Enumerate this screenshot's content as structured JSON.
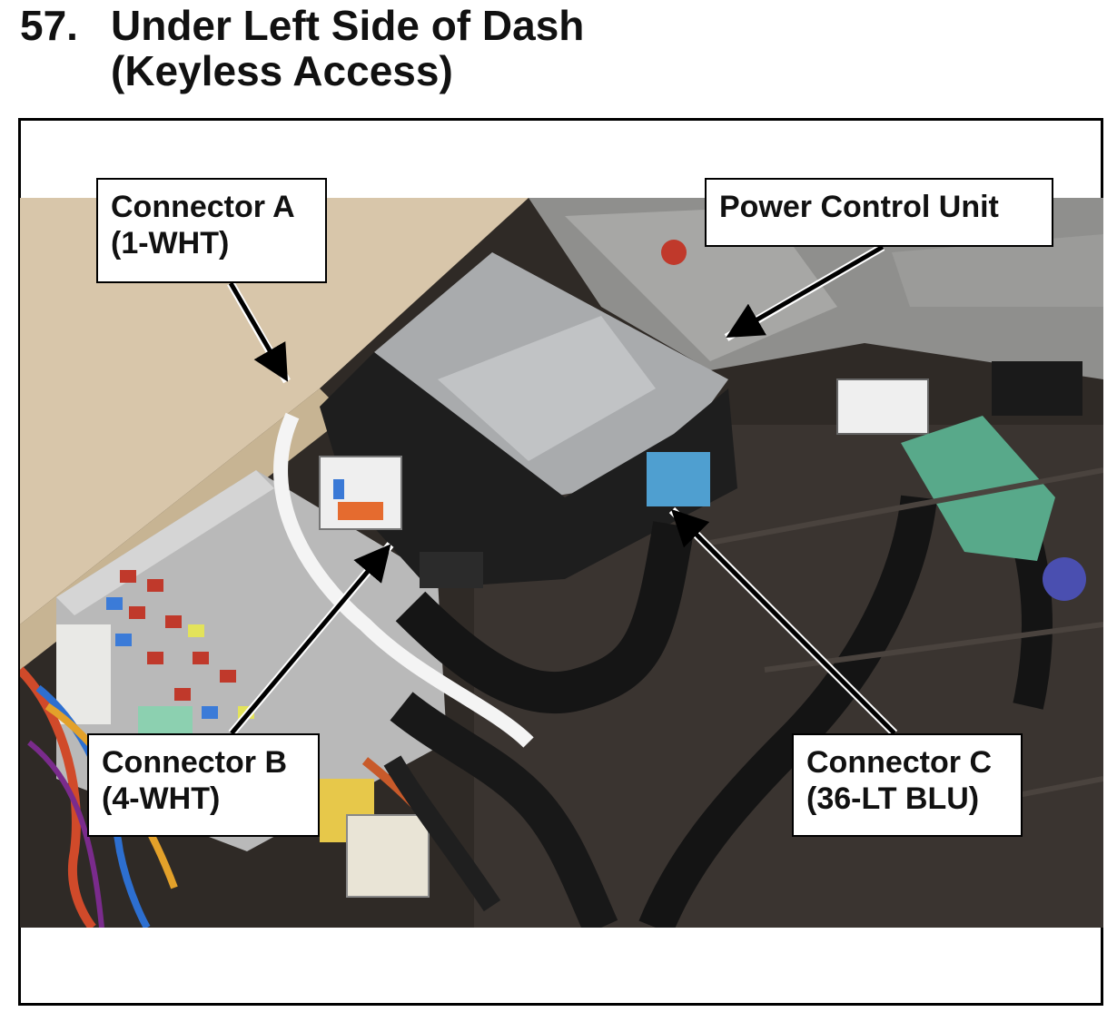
{
  "heading": {
    "number": "57.",
    "line1": "Under Left Side of Dash",
    "line2": "(Keyless Access)"
  },
  "callouts": {
    "connector_a": {
      "line1": "Connector A",
      "line2": "(1-WHT)"
    },
    "power_control_unit": {
      "line1": "Power Control Unit"
    },
    "connector_b": {
      "line1": "Connector B",
      "line2": "(4-WHT)"
    },
    "connector_c": {
      "line1": "Connector C",
      "line2": "(36-LT BLU)"
    }
  },
  "photo_subject": "under-dash wiring photograph",
  "colors": {
    "dash_panel": "#d9c7ab",
    "dark_floor": "#2a2622",
    "bracket_gray": "#9a9a98",
    "fuse_box": "#bdbdbd",
    "connector_green": "#5aa98a",
    "connector_blue": "#4fa3d4",
    "connector_yellow": "#e8c84a"
  }
}
